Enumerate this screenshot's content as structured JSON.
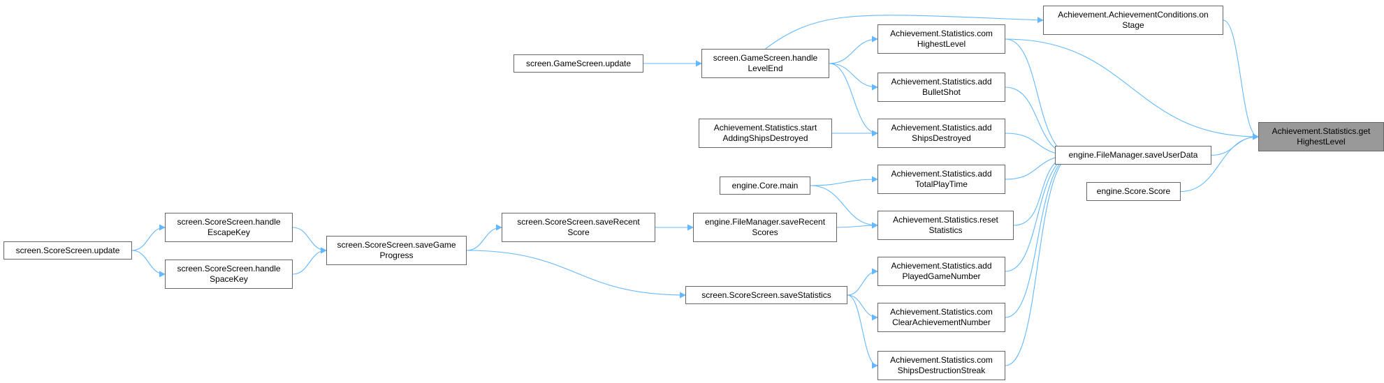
{
  "diagram": {
    "accent_color": "#63b8ff",
    "selected_fill": "#999999",
    "node_border": "#666666",
    "nodes": {
      "get_highest_level": [
        "Achievement.Statistics.get",
        "HighestLevel"
      ],
      "on_stage": [
        "Achievement.AchievementConditions.on",
        "Stage"
      ],
      "save_user_data": [
        "engine.FileManager.saveUserData"
      ],
      "score_score": [
        "engine.Score.Score"
      ],
      "com_highest_level": [
        "Achievement.Statistics.com",
        "HighestLevel"
      ],
      "add_bullet_shot": [
        "Achievement.Statistics.add",
        "BulletShot"
      ],
      "add_ships_destroyed": [
        "Achievement.Statistics.add",
        "ShipsDestroyed"
      ],
      "add_total_play_time": [
        "Achievement.Statistics.add",
        "TotalPlayTime"
      ],
      "reset_statistics": [
        "Achievement.Statistics.reset",
        "Statistics"
      ],
      "add_played_game_number": [
        "Achievement.Statistics.add",
        "PlayedGameNumber"
      ],
      "com_clear_achievement_number": [
        "Achievement.Statistics.com",
        "ClearAchievementNumber"
      ],
      "com_ships_destruction_streak": [
        "Achievement.Statistics.com",
        "ShipsDestructionStreak"
      ],
      "game_screen_handle_level_end": [
        "screen.GameScreen.handle",
        "LevelEnd"
      ],
      "game_screen_update": [
        "screen.GameScreen.update"
      ],
      "start_adding_ships_destroyed": [
        "Achievement.Statistics.start",
        "AddingShipsDestroyed"
      ],
      "core_main": [
        "engine.Core.main"
      ],
      "save_recent_scores": [
        "engine.FileManager.saveRecent",
        "Scores"
      ],
      "save_recent_score": [
        "screen.ScoreScreen.saveRecent",
        "Score"
      ],
      "save_statistics": [
        "screen.ScoreScreen.saveStatistics"
      ],
      "save_game_progress": [
        "screen.ScoreScreen.saveGame",
        "Progress"
      ],
      "handle_escape_key": [
        "screen.ScoreScreen.handle",
        "EscapeKey"
      ],
      "handle_space_key": [
        "screen.ScoreScreen.handle",
        "SpaceKey"
      ],
      "score_screen_update": [
        "screen.ScoreScreen.update"
      ]
    },
    "edges": [
      [
        "on_stage",
        "get_highest_level"
      ],
      [
        "save_user_data",
        "get_highest_level"
      ],
      [
        "score_score",
        "get_highest_level"
      ],
      [
        "com_highest_level",
        "get_highest_level"
      ],
      [
        "game_screen_handle_level_end",
        "on_stage"
      ],
      [
        "com_highest_level",
        "save_user_data"
      ],
      [
        "add_bullet_shot",
        "save_user_data"
      ],
      [
        "add_ships_destroyed",
        "save_user_data"
      ],
      [
        "add_total_play_time",
        "save_user_data"
      ],
      [
        "reset_statistics",
        "save_user_data"
      ],
      [
        "add_played_game_number",
        "save_user_data"
      ],
      [
        "com_clear_achievement_number",
        "save_user_data"
      ],
      [
        "com_ships_destruction_streak",
        "save_user_data"
      ],
      [
        "game_screen_handle_level_end",
        "com_highest_level"
      ],
      [
        "game_screen_handle_level_end",
        "add_bullet_shot"
      ],
      [
        "game_screen_handle_level_end",
        "add_ships_destroyed"
      ],
      [
        "start_adding_ships_destroyed",
        "add_ships_destroyed"
      ],
      [
        "core_main",
        "add_total_play_time"
      ],
      [
        "core_main",
        "reset_statistics"
      ],
      [
        "save_recent_scores",
        "reset_statistics"
      ],
      [
        "save_statistics",
        "add_played_game_number"
      ],
      [
        "save_statistics",
        "com_clear_achievement_number"
      ],
      [
        "save_statistics",
        "com_ships_destruction_streak"
      ],
      [
        "game_screen_update",
        "game_screen_handle_level_end"
      ],
      [
        "save_recent_score",
        "save_recent_scores"
      ],
      [
        "save_game_progress",
        "save_recent_score"
      ],
      [
        "save_game_progress",
        "save_statistics"
      ],
      [
        "handle_escape_key",
        "save_game_progress"
      ],
      [
        "handle_space_key",
        "save_game_progress"
      ],
      [
        "score_screen_update",
        "handle_escape_key"
      ],
      [
        "score_screen_update",
        "handle_space_key"
      ]
    ]
  }
}
